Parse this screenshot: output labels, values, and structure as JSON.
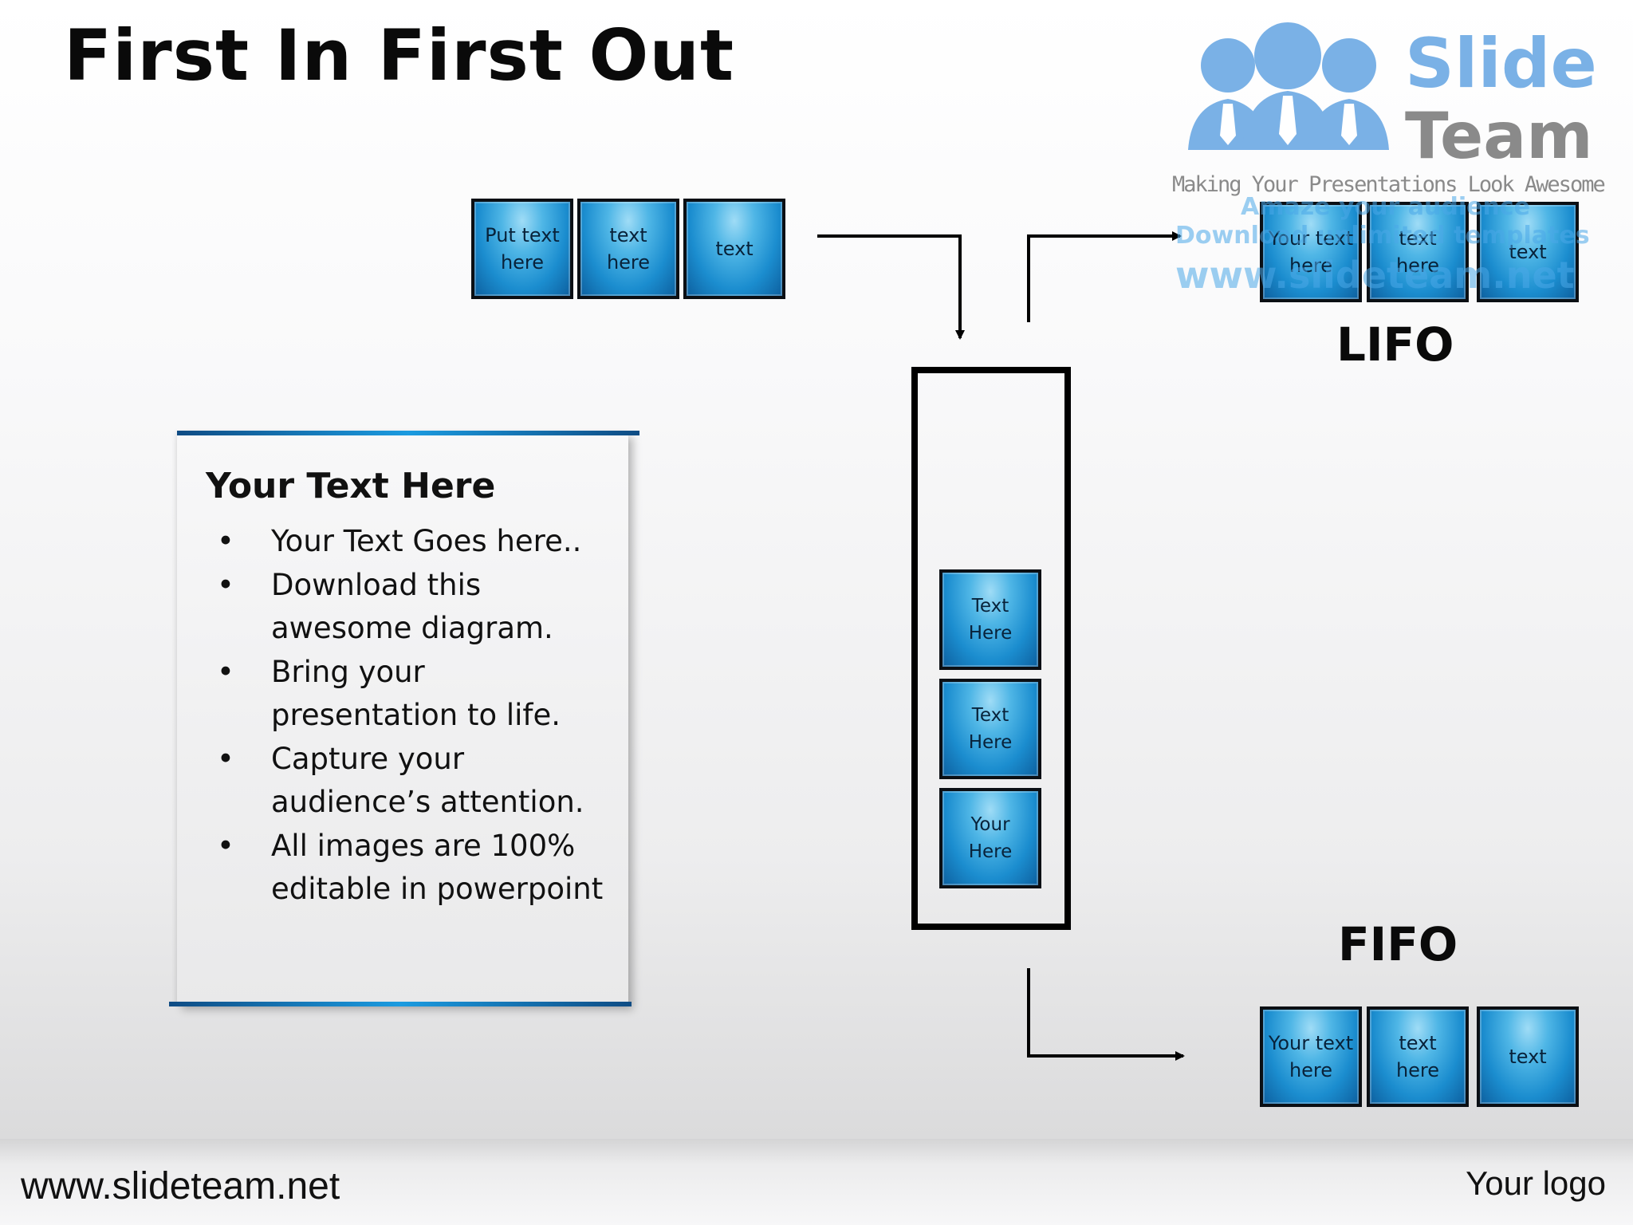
{
  "title": "First In First Out",
  "brand": {
    "slide": "Slide",
    "team": "Team",
    "tagline": "Making Your Presentations Look Awesome",
    "colors": {
      "people": "#7ab1e6",
      "team_text": "#8a8a8a"
    }
  },
  "watermark": {
    "line1": "Amaze your audience",
    "line2": "Download unlimited templates",
    "line3": "www.slideteam.net"
  },
  "input_queue": [
    "Put text\nhere",
    "text\nhere",
    "text"
  ],
  "container_stack": [
    "Text\nHere",
    "Text\nHere",
    "Your\nHere"
  ],
  "lifo": {
    "label": "LIFO",
    "boxes": [
      "Your text\nhere",
      "text\nhere",
      "text"
    ]
  },
  "fifo": {
    "label": "FIFO",
    "boxes": [
      "Your text\nhere",
      "text\nhere",
      "text"
    ]
  },
  "text_panel": {
    "heading": "Your Text Here",
    "bullets": [
      "Your Text Goes here..",
      "Download this awesome diagram.",
      "Bring your presentation to life.",
      "Capture your audience’s attention.",
      "All images are 100% editable in powerpoint"
    ]
  },
  "footer": {
    "url": "www.slideteam.net",
    "logo": "Your logo"
  },
  "colors": {
    "box_fill": "#1b8dcf",
    "panel_accent": "#1b9be0"
  }
}
